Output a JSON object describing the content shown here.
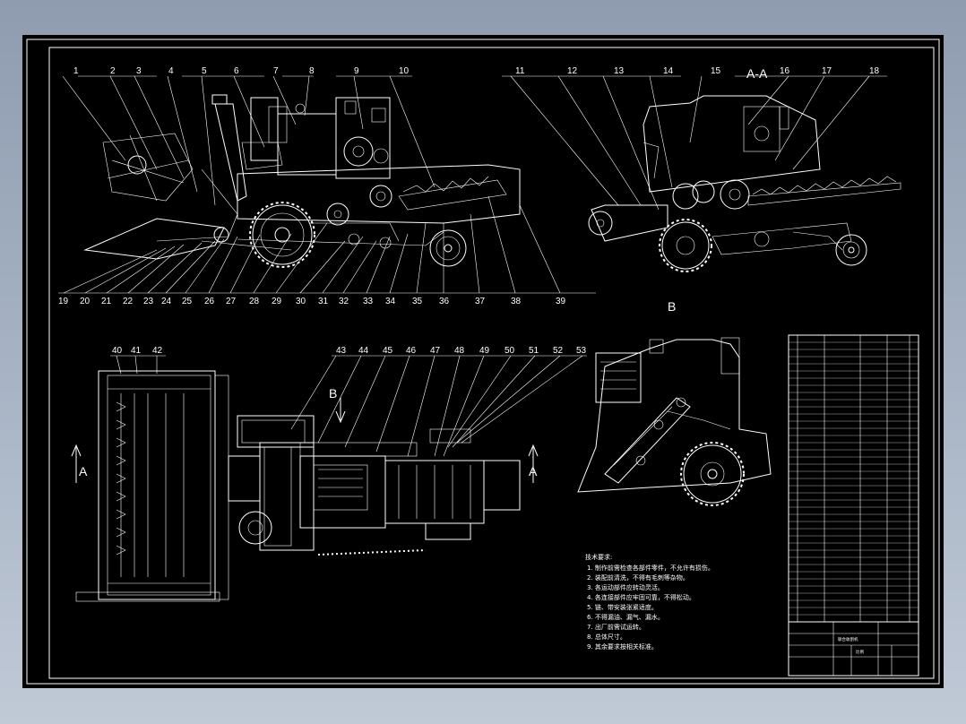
{
  "drawing": {
    "upper_left_numbers": [
      "1",
      "2",
      "3",
      "4",
      "5",
      "6",
      "7",
      "8",
      "9",
      "10"
    ],
    "upper_right_numbers": [
      "11",
      "12",
      "13",
      "14",
      "15",
      "16",
      "17",
      "18"
    ],
    "lower_numbers": [
      "19",
      "20",
      "21",
      "22",
      "23",
      "24",
      "25",
      "26",
      "27",
      "28",
      "29",
      "30",
      "31",
      "32",
      "33",
      "34",
      "35",
      "36",
      "37",
      "38",
      "39"
    ],
    "plan_numbers_left": [
      "40",
      "41",
      "42"
    ],
    "plan_numbers_right": [
      "43",
      "44",
      "45",
      "46",
      "47",
      "48",
      "49",
      "50",
      "51",
      "52",
      "53"
    ],
    "section_label": "A-A",
    "view_b_label": "B",
    "arrow_b": "B",
    "arrow_a_left": "A",
    "arrow_a_right": "A"
  },
  "technical_notes": {
    "title": "技术要求:",
    "items": [
      "1. 制作前需检查各部件零件，不允许有损伤。",
      "2. 装配前清洗，不得有毛刺等杂物。",
      "3. 各运动部件应转动灵活。",
      "4. 各连接部件应牢固可靠，不得松动。",
      "5. 链、带安装张紧适度。",
      "6. 不得漏油、漏气、漏水。",
      "7. 出厂前需试运转。",
      "8. 总体尺寸。",
      "9. 其余要求按相关标准。"
    ]
  },
  "title_block": {
    "drawing_title": "联合收割机",
    "scale_label": "比例"
  }
}
